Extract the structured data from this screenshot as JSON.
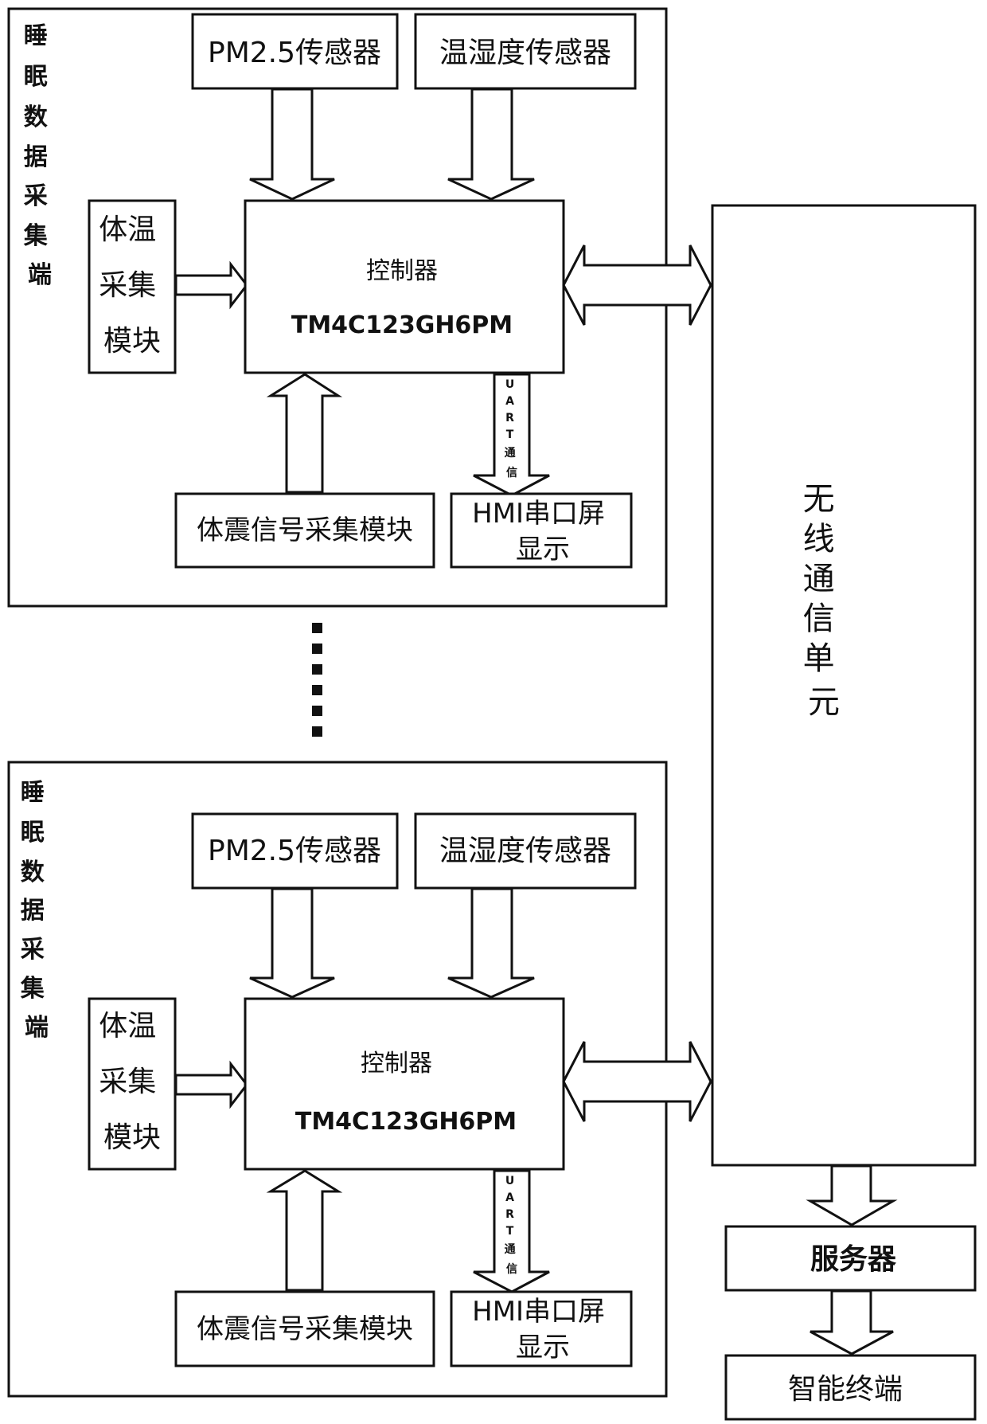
{
  "collector": {
    "title_chars": [
      "睡",
      "眠",
      "数",
      "据",
      "采",
      "集",
      "端"
    ],
    "pm25_label": "PM2.5传感器",
    "temp_humidity_label": "温湿度传感器",
    "body_temp_lines": [
      "体温",
      "采集",
      "模块"
    ],
    "controller_title": "控制器",
    "controller_model": "TM4C123GH6PM",
    "vibration_label": "体震信号采集模块",
    "hmi_lines": [
      "HMI串口屏",
      "显示"
    ],
    "uart_chars": [
      "U",
      "A",
      "R",
      "T",
      "通",
      "信"
    ]
  },
  "wireless_unit_chars": [
    "无",
    "线",
    "通",
    "信",
    "单",
    "元"
  ],
  "server_label": "服务器",
  "terminal_label": "智能终端"
}
